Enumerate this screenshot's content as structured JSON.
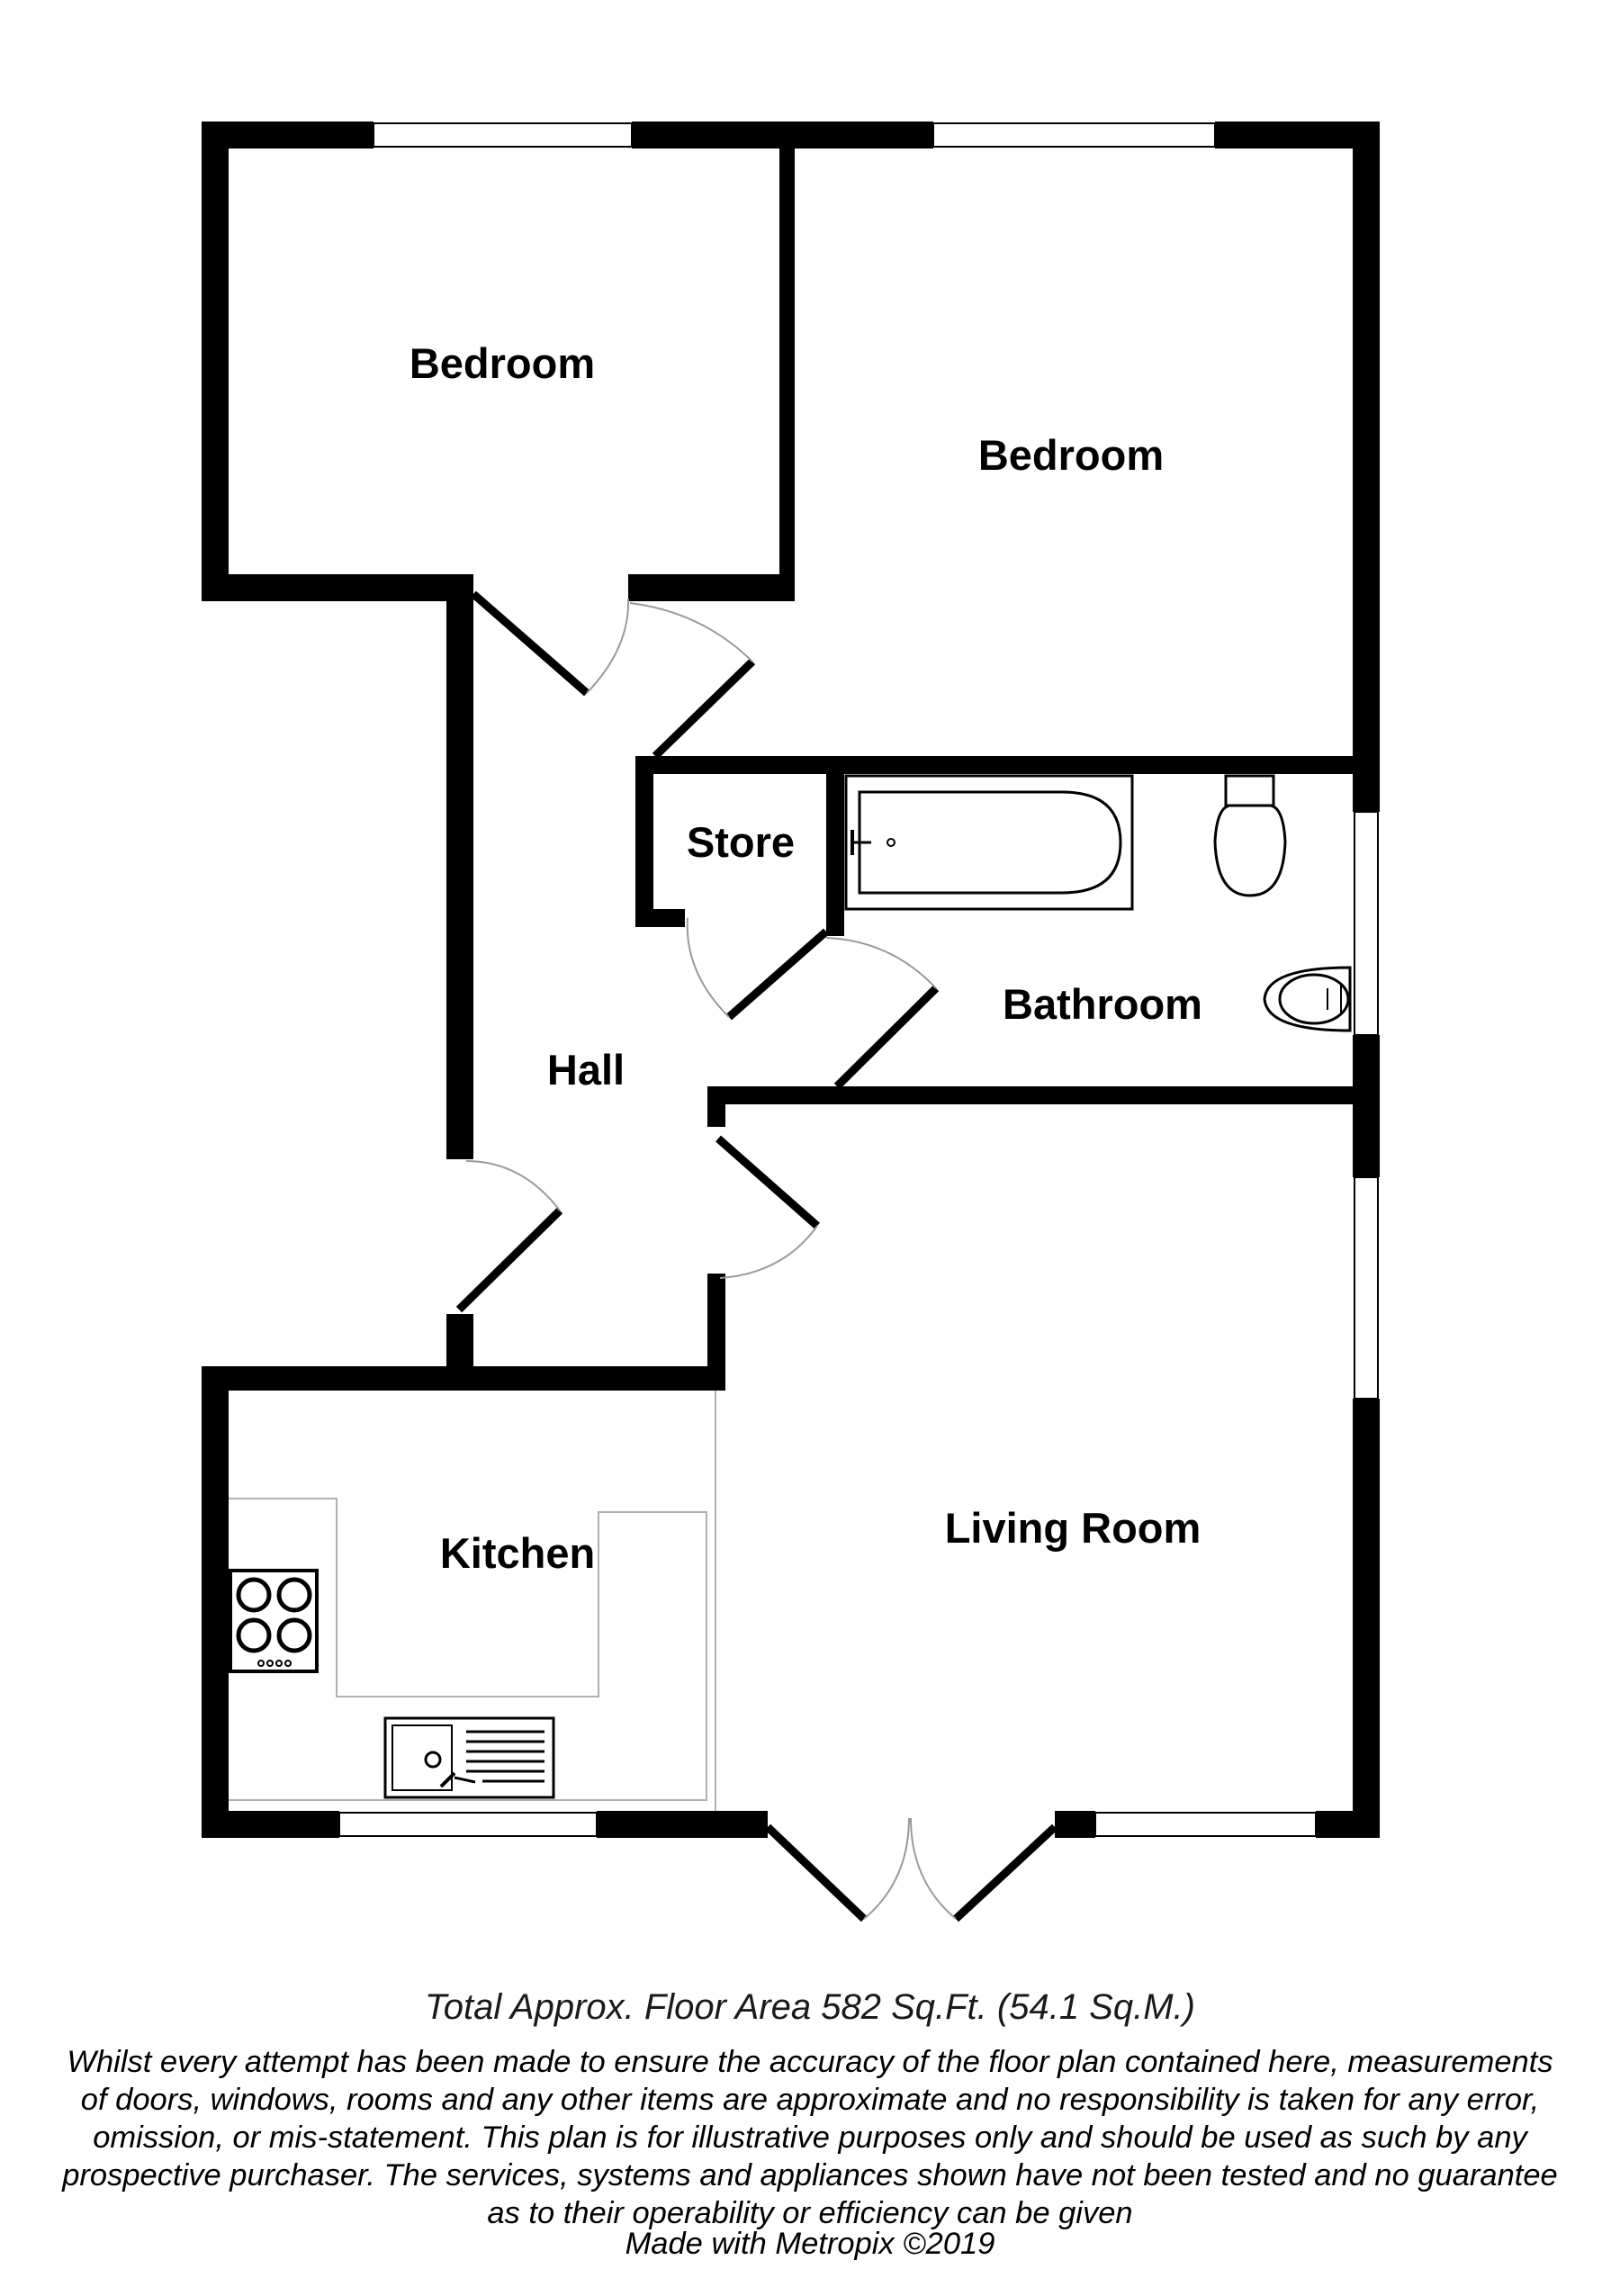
{
  "rooms": {
    "bedroom_left": "Bedroom",
    "bedroom_right": "Bedroom",
    "store": "Store",
    "bathroom": "Bathroom",
    "hall": "Hall",
    "kitchen": "Kitchen",
    "living_room": "Living Room"
  },
  "footer": {
    "area": "Total Approx. Floor Area 582 Sq.Ft. (54.1 Sq.M.)",
    "disclaimer": [
      "Whilst every attempt has been made to ensure the accuracy of the floor plan contained here, measurements",
      "of doors, windows, rooms and any other items are approximate and no responsibility is taken for any error,",
      "omission, or mis-statement. This plan is for illustrative purposes only and should be used as such by any",
      "prospective purchaser. The services, systems and appliances shown have not been tested and no guarantee",
      "as to their operability or efficiency can be given"
    ],
    "credit": "Made with Metropix ©2019"
  },
  "colors": {
    "wall": "#000000",
    "fixture": "#808080",
    "background": "#ffffff"
  }
}
